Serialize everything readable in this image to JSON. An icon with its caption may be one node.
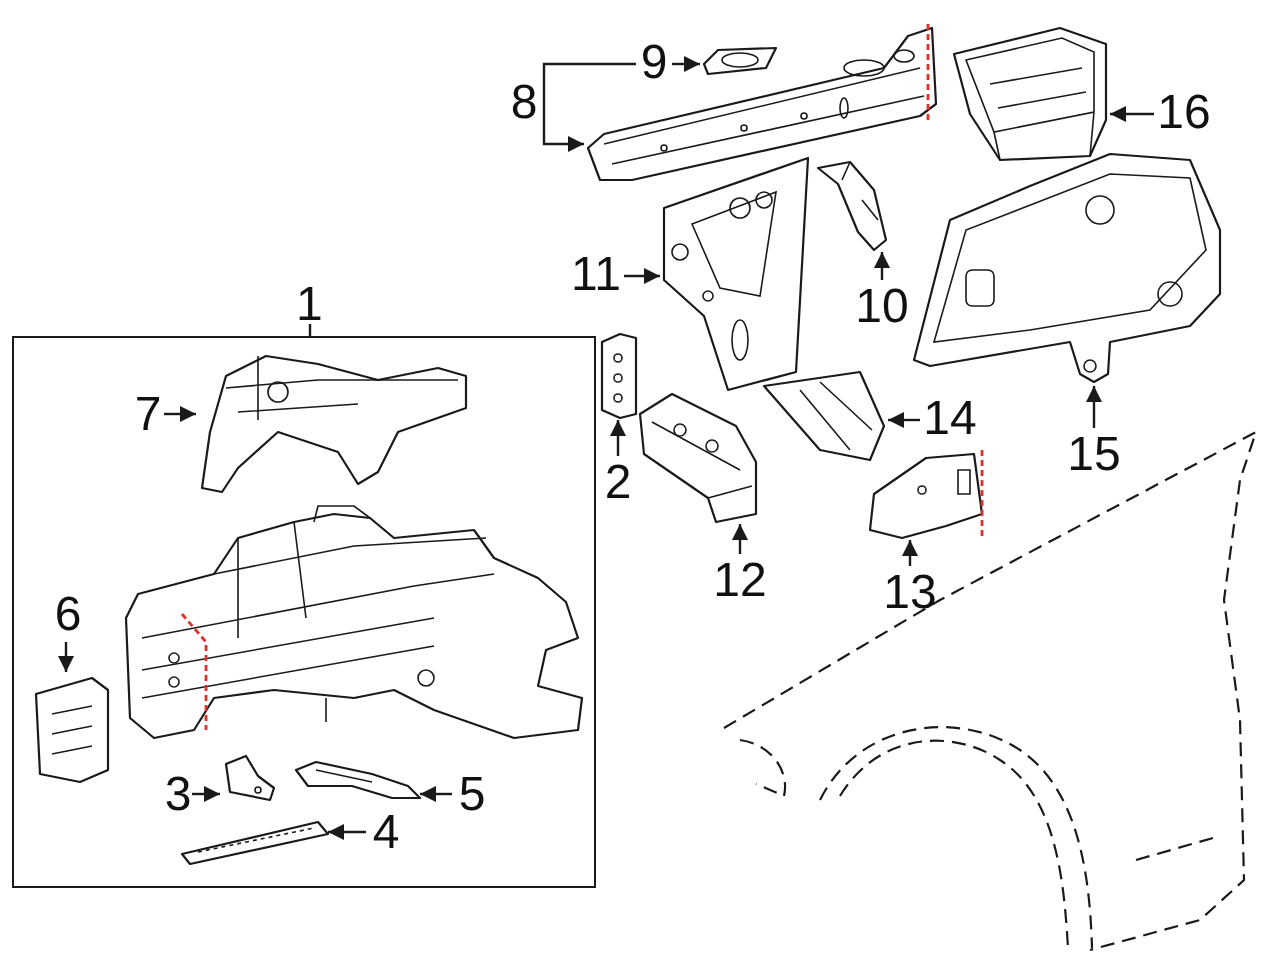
{
  "diagram": {
    "nodes": [
      {
        "text": [
          "1"
        ]
      },
      {
        "text": [
          "8"
        ]
      },
      {
        "text": [
          "9"
        ]
      },
      {
        "text": [],
        "shape": "picture"
      },
      {
        "text": [],
        "shape": "picture"
      },
      {
        "text": [
          "16"
        ]
      },
      {
        "text": [],
        "shape": "picture"
      },
      {
        "text": [
          "11"
        ]
      },
      {
        "text": [],
        "shape": "picture"
      },
      {
        "text": [
          "10"
        ]
      },
      {
        "text": [],
        "shape": "picture"
      },
      {
        "text": [],
        "shape": "picture"
      },
      {
        "text": [
          "7"
        ],
        "in": 0
      },
      {
        "text": [],
        "shape": "picture",
        "in": 0
      },
      {
        "text": [
          "2"
        ]
      },
      {
        "text": [],
        "shape": "picture"
      },
      {
        "text": [
          "14"
        ]
      },
      {
        "text": [],
        "shape": "picture"
      },
      {
        "text": [
          "15"
        ]
      },
      {
        "text": [
          "6"
        ],
        "in": 0
      },
      {
        "text": [],
        "shape": "picture",
        "in": 0
      },
      {
        "text": [],
        "shape": "picture"
      },
      {
        "text": [
          "12"
        ]
      },
      {
        "text": [],
        "shape": "picture"
      },
      {
        "text": [
          "13"
        ]
      },
      {
        "text": [
          "3"
        ],
        "in": 0
      },
      {
        "text": [],
        "shape": "picture",
        "in": 0
      },
      {
        "text": [],
        "shape": "picture",
        "in": 0
      },
      {
        "text": [
          "5"
        ],
        "in": 0
      },
      {
        "text": [],
        "shape": "picture",
        "in": 0
      },
      {
        "text": [
          "4"
        ],
        "in": 0
      }
    ],
    "edges": [
      {
        "from": 1,
        "to": 2,
        "arrow": "none"
      },
      {
        "from": 1,
        "to": 4,
        "arrow": "to"
      },
      {
        "from": 2,
        "to": 3,
        "arrow": "to"
      },
      {
        "from": 5,
        "to": 6,
        "arrow": "to"
      },
      {
        "from": 7,
        "to": 8,
        "arrow": "to"
      },
      {
        "from": 9,
        "to": 10,
        "arrow": "to"
      },
      {
        "from": 18,
        "to": 11,
        "arrow": "to"
      },
      {
        "from": 12,
        "to": 13,
        "arrow": "to"
      },
      {
        "from": 14,
        "to": 15,
        "arrow": "to"
      },
      {
        "from": 16,
        "to": 17,
        "arrow": "to"
      },
      {
        "from": 19,
        "to": 20,
        "arrow": "to"
      },
      {
        "from": 22,
        "to": 21,
        "arrow": "to"
      },
      {
        "from": 24,
        "to": 23,
        "arrow": "to"
      },
      {
        "from": 25,
        "to": 26,
        "arrow": "to"
      },
      {
        "from": 28,
        "to": 27,
        "arrow": "to"
      },
      {
        "from": 30,
        "to": 29,
        "arrow": "to"
      }
    ]
  }
}
